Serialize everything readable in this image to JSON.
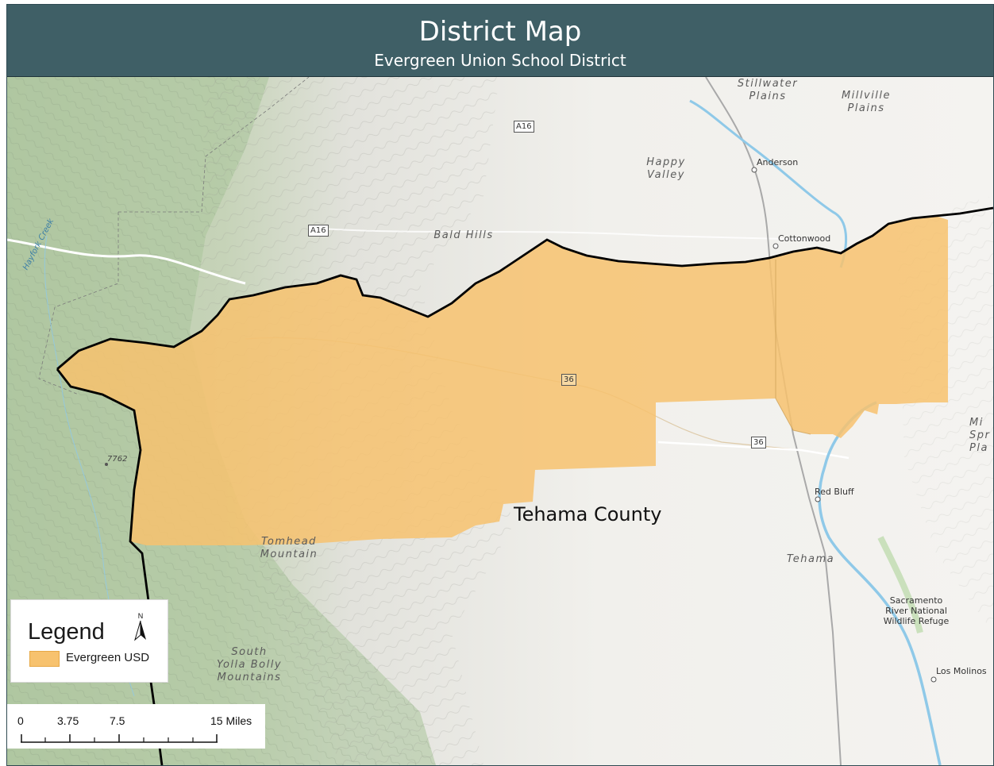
{
  "header": {
    "title": "District Map",
    "subtitle": "Evergreen Union School District"
  },
  "legend": {
    "title": "Legend",
    "north_label": "N",
    "items": [
      {
        "label": "Evergreen USD",
        "color": "#f7c26e"
      }
    ]
  },
  "scale_bar": {
    "labels": [
      "0",
      "3.75",
      "7.5",
      "15 Miles"
    ]
  },
  "map_labels": {
    "county": "Tehama County",
    "stillwater": "Stillwater\nPlains",
    "millville": "Millville\nPlains",
    "happy_valley": "Happy\nValley",
    "bald_hills": "Bald Hills",
    "tomhead": "Tomhead\nMountain",
    "south_yolla": "South\nYolla Bolly\nMountains",
    "tehama": "Tehama",
    "anderson": "Anderson",
    "cottonwood": "Cottonwood",
    "red_bluff": "Red Bluff",
    "los_molinos": "Los Molinos",
    "refuge": "Sacramento\nRiver National\nWildlife Refuge",
    "elevation": "7762",
    "creek": "Hayfork Creek",
    "edge_partial": "Mi\nSpr\nPla"
  },
  "road_shields": {
    "a16_top": "A16",
    "a16_mid": "A16",
    "hwy36_in": "36",
    "hwy36_out": "36"
  },
  "colors": {
    "header": "#3f5f66",
    "district_fill": "#f7c26e",
    "boundary": "#000000",
    "water": "#8fc9e8",
    "forest": "#a9c49a"
  }
}
